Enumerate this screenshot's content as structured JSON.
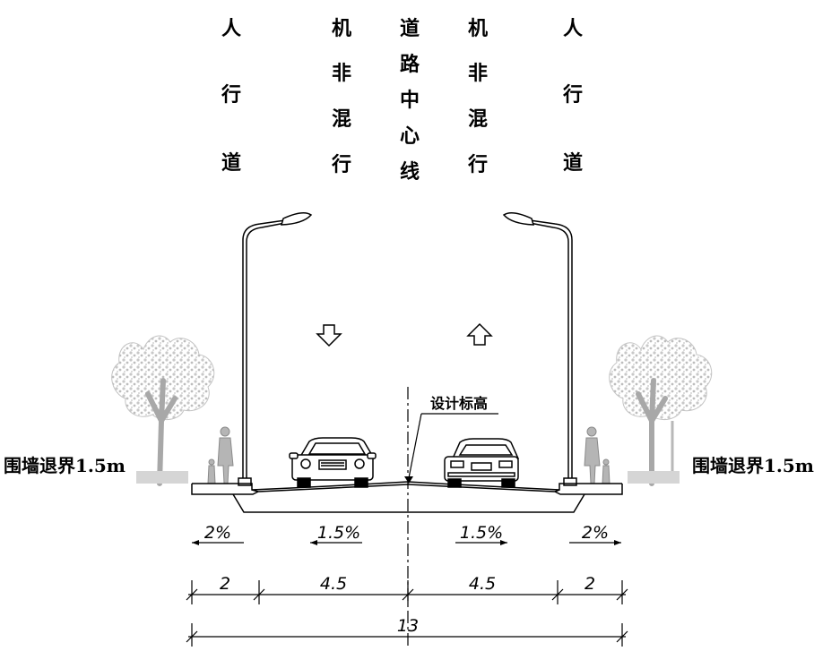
{
  "zone_labels": {
    "left_sidewalk": [
      "人",
      "行",
      "道"
    ],
    "left_mixed_lane": [
      "机",
      "非",
      "混",
      "行"
    ],
    "centerline": [
      "道",
      "路",
      "中",
      "心",
      "线"
    ],
    "right_mixed_lane": [
      "机",
      "非",
      "混",
      "行"
    ],
    "right_sidewalk": [
      "人",
      "行",
      "道"
    ]
  },
  "setback": {
    "left": "围墙退界1.5m",
    "right": "围墙退界1.5m"
  },
  "design_elevation_label": "设计标高",
  "slopes": {
    "left_sidewalk": "2%",
    "left_lane": "1.5%",
    "right_lane": "1.5%",
    "right_sidewalk": "2%"
  },
  "dimensions": {
    "left_sidewalk_width": "2",
    "left_lane_width": "4.5",
    "right_lane_width": "4.5",
    "right_sidewalk_width": "2",
    "total_width": "13"
  },
  "colors": {
    "line": "#000000",
    "tree": "#c8c8c8",
    "tree_trunk": "#a8a8a8",
    "pedestrian": "#a0a0a0"
  },
  "icons": [
    "street-lamp-icon",
    "tree-icon",
    "pedestrian-icon",
    "car-front-icon",
    "car-rear-icon",
    "down-arrow-icon",
    "up-arrow-icon"
  ]
}
